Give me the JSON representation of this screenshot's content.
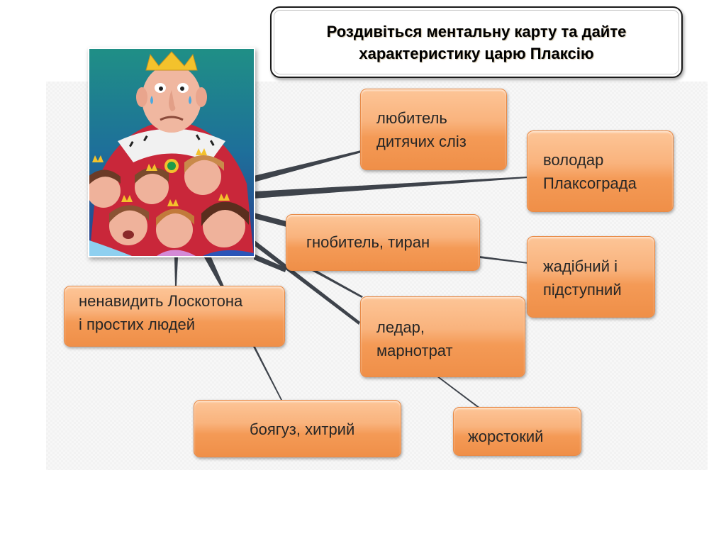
{
  "title": {
    "text": "Роздивіться ментальну карту та дайте\nхарактеристику царю Плаксію"
  },
  "central_image": {
    "description": "Illustration of crying king Plaksiy with crowned crying children",
    "icon": "king-illustration"
  },
  "nodes": [
    {
      "id": "lover-of-tears",
      "label": "любитель\nдитячих сліз"
    },
    {
      "id": "ruler",
      "label": "володар\nПлаксограда"
    },
    {
      "id": "oppressor",
      "label": "гнобитель, тиран"
    },
    {
      "id": "greedy",
      "label": "жадібний і\nпідступний"
    },
    {
      "id": "hates",
      "label": "ненавидить Лоскотона\nі простих людей"
    },
    {
      "id": "lazy",
      "label": "ледар,\nмарнотрат"
    },
    {
      "id": "coward",
      "label": "боягуз, хитрий"
    },
    {
      "id": "cruel",
      "label": "жорстокий"
    }
  ],
  "colors": {
    "node_fill": "#f5a467",
    "node_border": "#e88a46",
    "connector": "#3e434b",
    "title_border": "#1a1a1a"
  }
}
